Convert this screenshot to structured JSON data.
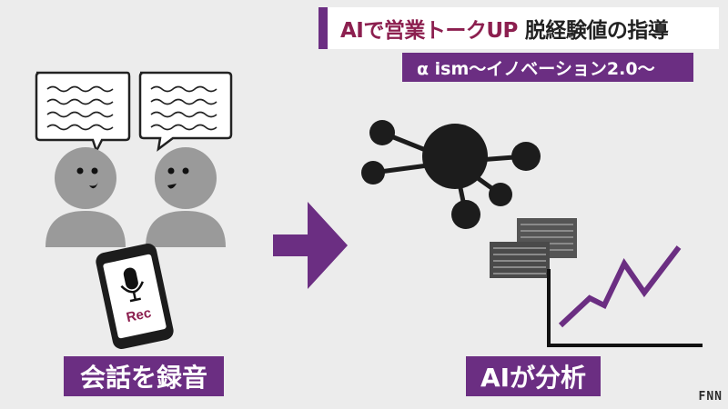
{
  "header": {
    "title_part1": "AIで営業トークUP",
    "title_part2": "脱経験値の指導",
    "subtitle": "α ism〜イノベーション2.0〜"
  },
  "illustration": {
    "phone_label": "Rec",
    "left_caption": "会話を録音",
    "right_caption": "AIが分析"
  },
  "broadcaster": {
    "logo": "FNN"
  },
  "colors": {
    "accent_purple": "#6b2e82",
    "title_red": "#8c1f4f",
    "person_gray": "#9a9a9a",
    "network_dark": "#1c1c1c",
    "background": "#ececec"
  }
}
